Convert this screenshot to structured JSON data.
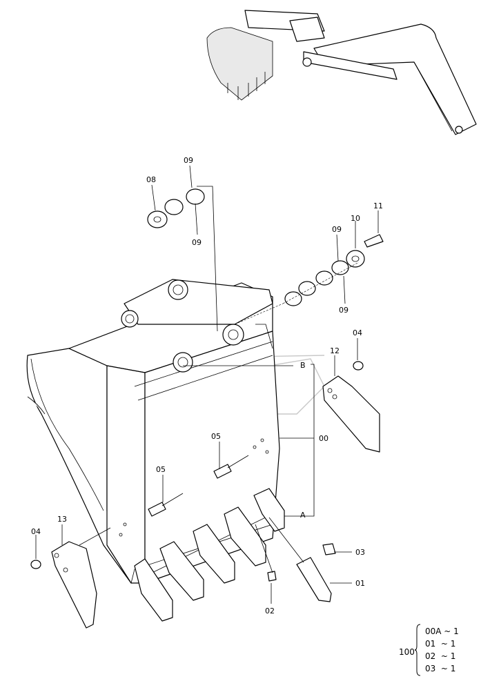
{
  "labels": {
    "p00": "00",
    "p01": "01",
    "p02": "02",
    "p03": "03",
    "p04a": "04",
    "p04b": "04",
    "p05a": "05",
    "p05b": "05",
    "p08": "08",
    "p09a": "09",
    "p09b": "09",
    "p09c": "09",
    "p09d": "09",
    "p10": "10",
    "p11": "11",
    "p12": "12",
    "p13": "13",
    "ref_a": "A",
    "ref_b": "B"
  },
  "quantity_table": {
    "assembly": "100",
    "items": [
      {
        "part": "00A",
        "qty": "1"
      },
      {
        "part": "01",
        "qty": "1"
      },
      {
        "part": "02",
        "qty": "1"
      },
      {
        "part": "03",
        "qty": "1"
      }
    ]
  }
}
